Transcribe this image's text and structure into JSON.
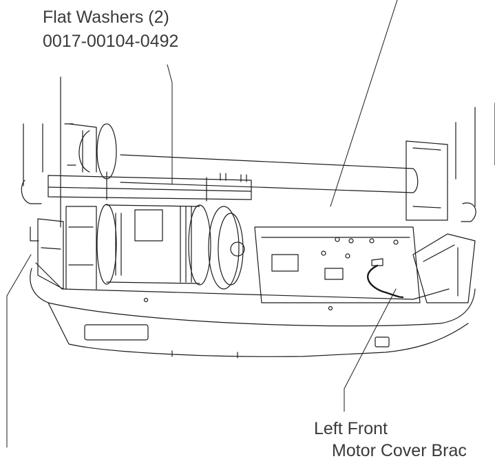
{
  "callouts": {
    "flat_washers": {
      "name": "Flat Washers (2)",
      "part_number": "0017-00104-0492"
    },
    "left_front": {
      "line1": "Left Front",
      "line2": "Motor Cover Brac"
    }
  },
  "colors": {
    "line": "#1a1a1a",
    "text": "#3a3a3a",
    "background": "#ffffff"
  }
}
